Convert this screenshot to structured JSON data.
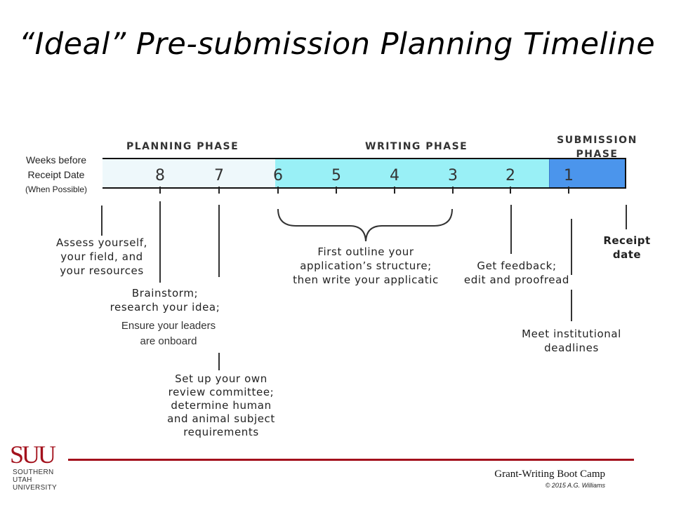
{
  "title": "“Ideal” Pre-submission Planning Timeline",
  "axis_label": {
    "line1": "Weeks before",
    "line2": "Receipt Date",
    "line3": "(When Possible)"
  },
  "phases": {
    "planning": "PLANNING PHASE",
    "writing": "WRITING PHASE",
    "submission_line1": "SUBMISSION",
    "submission_line2": "PHASE"
  },
  "weeks": [
    "8",
    "7",
    "6",
    "5",
    "4",
    "3",
    "2",
    "1"
  ],
  "colors": {
    "planning": "#eef8fb",
    "writing": "#99f0f6",
    "submission": "#4b95ec",
    "brand_red": "#a3111c"
  },
  "steps": {
    "assess": [
      "Assess yourself,",
      "your field, and",
      "your resources"
    ],
    "brainstorm": [
      "Brainstorm;",
      "research your idea;"
    ],
    "onboard": [
      "Ensure your leaders",
      "are onboard"
    ],
    "committee": [
      "Set up your own",
      "review committee;",
      "determine human",
      "and animal subject",
      "requirements"
    ],
    "outline": [
      "First outline your",
      "application’s structure;",
      "then write your applicatic"
    ],
    "feedback": [
      "Get feedback;",
      "edit and proofread"
    ],
    "deadlines": [
      "Meet institutional",
      "deadlines"
    ],
    "receipt": [
      "Receipt",
      "date"
    ]
  },
  "footer": {
    "course": "Grant-Writing Boot Camp",
    "copyright": "© 2015 A.G. Williams",
    "logo_mark": "SUU",
    "logo_line1": "SOUTHERN",
    "logo_line2": "UTAH",
    "logo_line3": "UNIVERSITY"
  }
}
